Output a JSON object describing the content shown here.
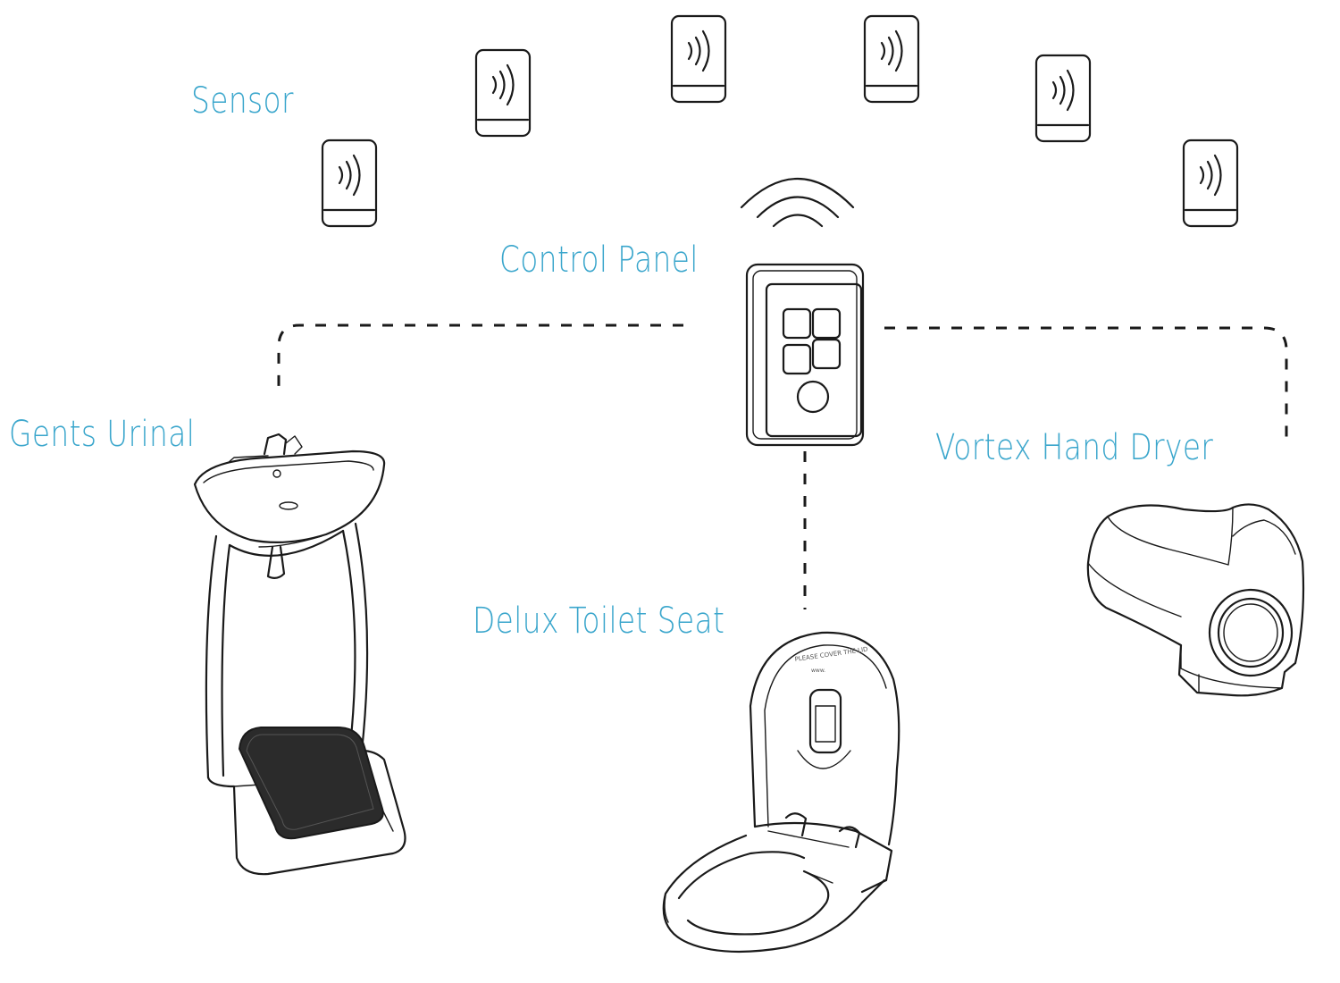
{
  "colors": {
    "label": "#3aa6cc",
    "ink": "#1a1a1a",
    "mat": "#2b2b2b"
  },
  "labels": {
    "sensor": "Sensor",
    "control_panel": "Control Panel",
    "gents_urinal": "Gents Urinal",
    "vortex_hand_dryer": "Vortex Hand Dryer",
    "delux_toilet_seat": "Delux Toilet Seat"
  },
  "icons": {
    "sensor": "wireless-sensor-icon",
    "signal": "wifi-signal-icon",
    "panel": "control-panel-icon",
    "urinal": "urinal-icon",
    "dryer": "hand-dryer-icon",
    "seat": "toilet-seat-icon"
  }
}
